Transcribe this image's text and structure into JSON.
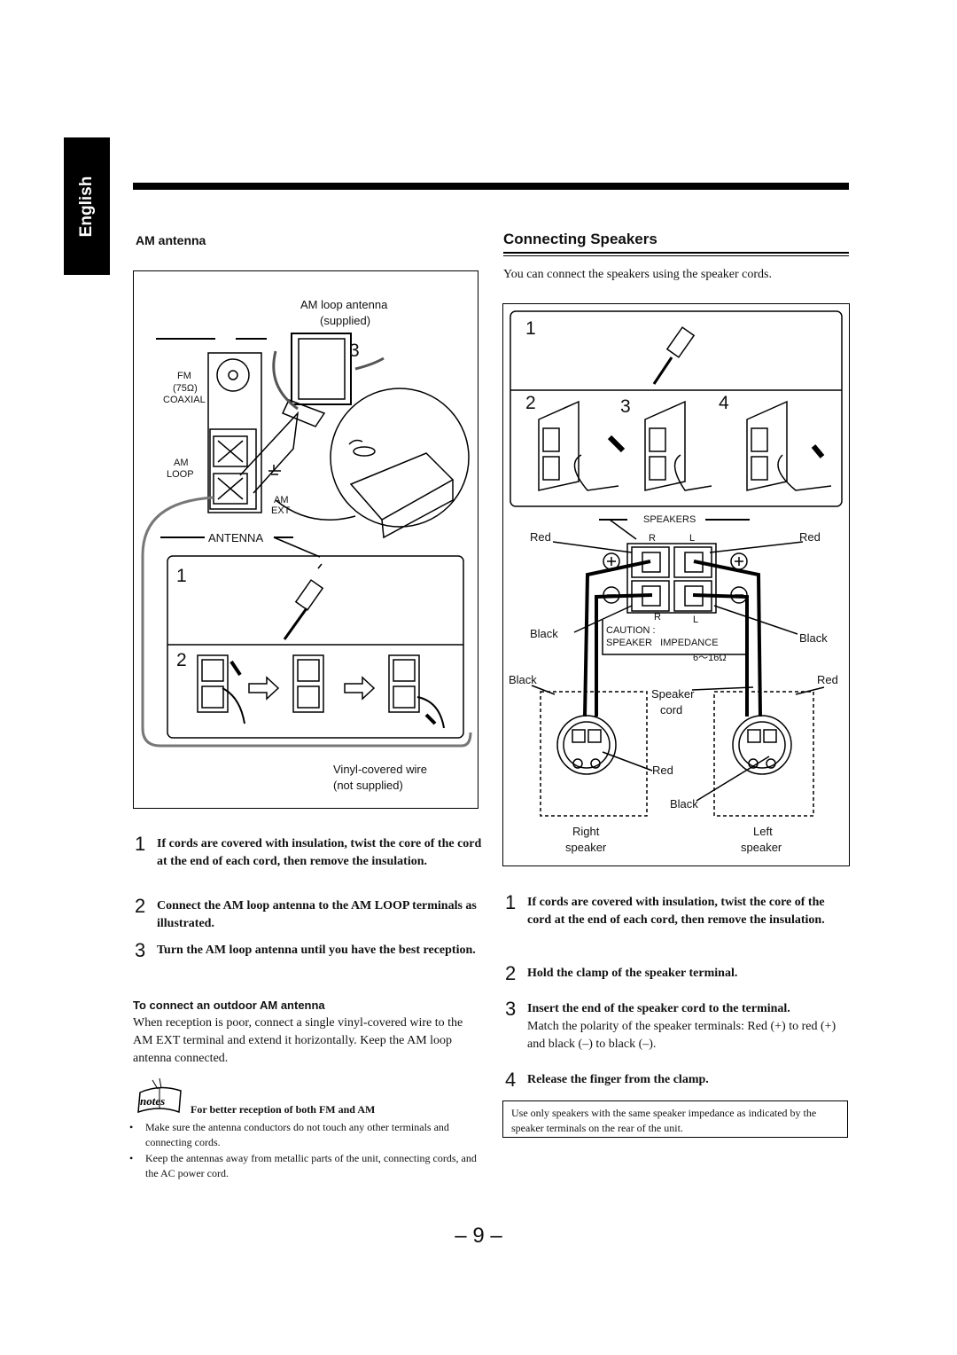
{
  "language_tab": "English",
  "left": {
    "heading": "AM antenna",
    "figure": {
      "antenna_label": "AM loop antenna",
      "antenna_label2": "(supplied)",
      "step3": "3",
      "fm": "FM",
      "ohm": "(75Ω)",
      "coaxial": "COAXIAL",
      "am": "AM",
      "loop": "LOOP",
      "am_ext1": "AM",
      "am_ext2": "EXT",
      "antenna": "ANTENNA",
      "step1": "1",
      "step2": "2",
      "vinyl1": "Vinyl-covered wire",
      "vinyl2": "(not supplied)"
    },
    "steps": [
      {
        "num": "1",
        "text": "If cords are covered with insulation, twist the core of the cord at the end of each cord, then remove the insulation."
      },
      {
        "num": "2",
        "text": "Connect the AM loop antenna to the AM LOOP terminals as illustrated."
      },
      {
        "num": "3",
        "text": "Turn the AM loop antenna until you have the best reception."
      }
    ],
    "outdoor_heading": "To connect an outdoor AM antenna",
    "outdoor_text": "When reception is poor, connect a single vinyl-covered wire to the AM EXT terminal and extend it horizontally. Keep the AM loop antenna connected.",
    "notes_icon": "notes",
    "notes_heading": "For better reception of both FM and AM",
    "notes": [
      "Make sure the antenna conductors do not touch any other terminals and connecting cords.",
      "Keep the antennas away from metallic parts of the unit, connecting cords, and the AC power cord."
    ]
  },
  "right": {
    "title": "Connecting Speakers",
    "intro": "You can connect the speakers using the speaker cords.",
    "figure": {
      "n1": "1",
      "n2": "2",
      "n3": "3",
      "n4": "4",
      "speakers": "SPEAKERS",
      "red_l": "Red",
      "red_r": "Red",
      "r_top": "R",
      "l_top": "L",
      "r_bot": "R",
      "l_bot": "L",
      "black_l": "Black",
      "black_r": "Black",
      "caution": "CAUTION :",
      "speaker_impedance": "SPEAKER   IMPEDANCE",
      "ohms": "6～16Ω",
      "black_far": "Black",
      "red_far": "Red",
      "speaker_cord1": "Speaker",
      "speaker_cord2": "cord",
      "red_mid": "Red",
      "black_mid": "Black",
      "right_speaker1": "Right",
      "right_speaker2": "speaker",
      "left_speaker1": "Left",
      "left_speaker2": "speaker"
    },
    "steps": [
      {
        "num": "1",
        "text": "If cords are covered with insulation, twist the core of the cord at the end of each cord, then remove the insulation."
      },
      {
        "num": "2",
        "text": "Hold the clamp of the speaker terminal."
      },
      {
        "num": "3",
        "text": "Insert the end of the speaker cord to the terminal.",
        "sub": "Match the polarity of the speaker terminals: Red (+) to red (+) and black (–) to black (–)."
      },
      {
        "num": "4",
        "text": "Release the finger from the clamp."
      }
    ],
    "note_box": "Use only speakers with the same speaker impedance as indicated by the speaker terminals on the rear of the unit."
  },
  "page_number": "– 9 –"
}
